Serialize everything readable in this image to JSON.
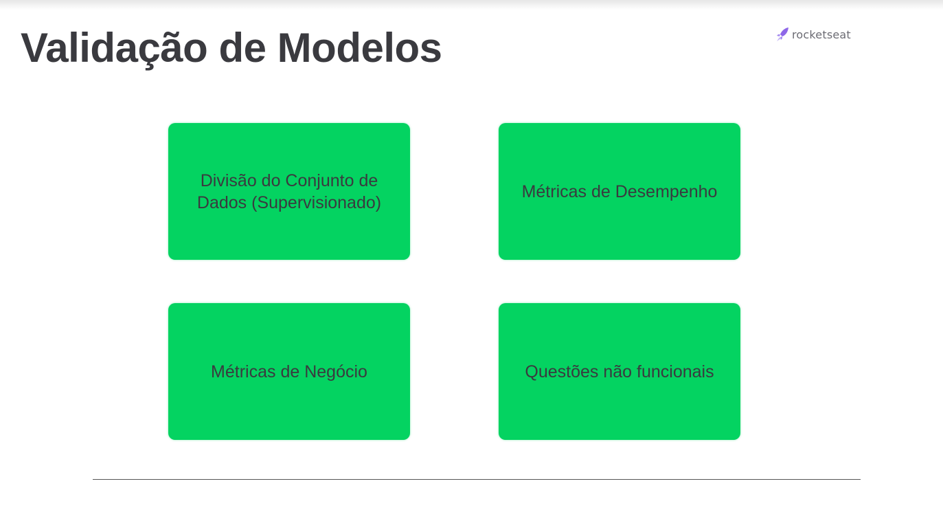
{
  "slide": {
    "title": "Validação de Modelos",
    "brand": {
      "name": "rocketseat",
      "icon": "rocket-icon",
      "color": "#8257e5"
    },
    "cards": [
      {
        "label": "Divisão do Conjunto de Dados (Supervisionado)"
      },
      {
        "label": "Métricas de Desempenho"
      },
      {
        "label": "Métricas de Negócio"
      },
      {
        "label": "Questões não funcionais"
      }
    ]
  },
  "colors": {
    "card_background": "#04d361",
    "text": "#3a3a3f",
    "background": "#ffffff",
    "divider": "#555555"
  }
}
